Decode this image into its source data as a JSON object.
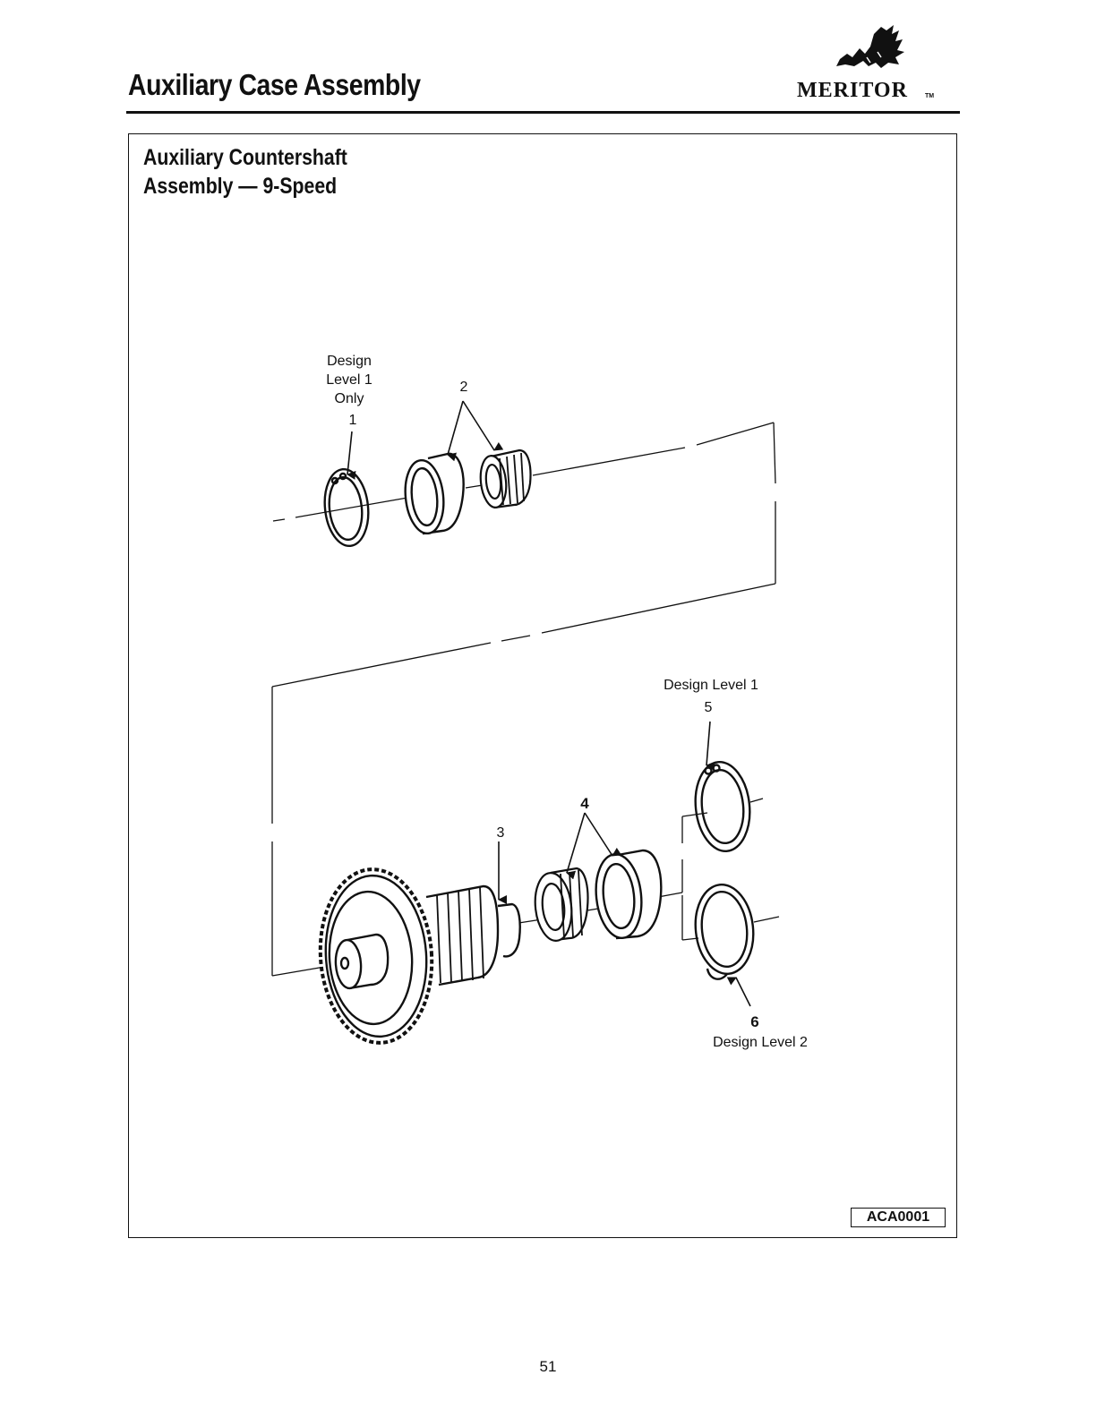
{
  "header": {
    "title": "Auxiliary Case Assembly",
    "logo_text": "MERITOR",
    "logo_tm": "TM"
  },
  "figure": {
    "title_line1": "Auxiliary Countershaft",
    "title_line2": "Assembly — 9-Speed",
    "code": "ACA0001",
    "callouts": {
      "c1_line1": "Design",
      "c1_line2": "Level 1",
      "c1_line3": "Only",
      "c1_num": "1",
      "c2_num": "2",
      "c3_num": "3",
      "c4_num": "4",
      "c5_desc": "Design Level 1",
      "c5_num": "5",
      "c6_num": "6",
      "c6_desc": "Design Level 2"
    }
  },
  "footer": {
    "page_number": "51"
  },
  "colors": {
    "ink": "#111111",
    "paper": "#ffffff"
  }
}
